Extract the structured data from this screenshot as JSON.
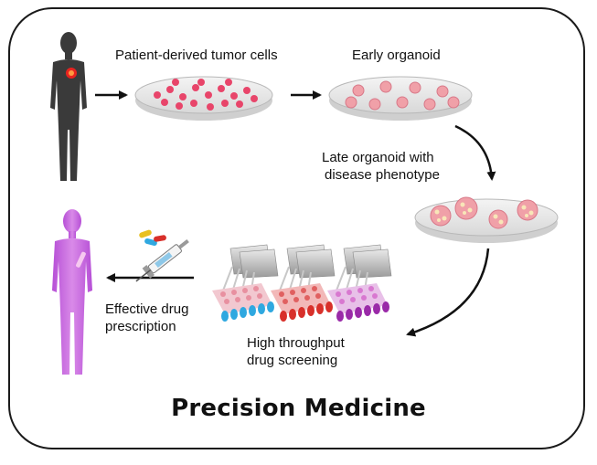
{
  "title": "Precision Medicine",
  "labels": {
    "patient_cells": "Patient-derived tumor cells",
    "early_organoid": "Early organoid",
    "late_organoid_line1": "Late organoid with",
    "late_organoid_line2": "disease phenotype",
    "screening_line1": "High throughput",
    "screening_line2": "drug screening",
    "prescription_line1": "Effective drug",
    "prescription_line2": "prescription"
  },
  "colors": {
    "patient": "#3a3a3a",
    "tumor_spot": "#e8231f",
    "tumor_cells": "#e8456a",
    "organoid": "#f0a0a8",
    "treated_patient": "#c46ae0",
    "plate_blue": "#2fa8e0",
    "plate_red": "#d8302a",
    "plate_purple": "#9a2aa8"
  }
}
